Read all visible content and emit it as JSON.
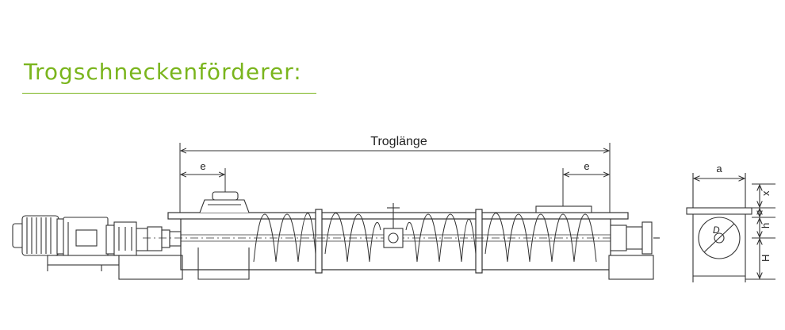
{
  "title": "Trogschneckenförderer:",
  "colors": {
    "title": "#7ab51d",
    "line": "#333333"
  },
  "labels": {
    "trough_length": "Troglänge",
    "e_left": "e",
    "e_right": "e",
    "a": "a",
    "x": "x",
    "h": "h",
    "H": "H",
    "D": "D"
  }
}
